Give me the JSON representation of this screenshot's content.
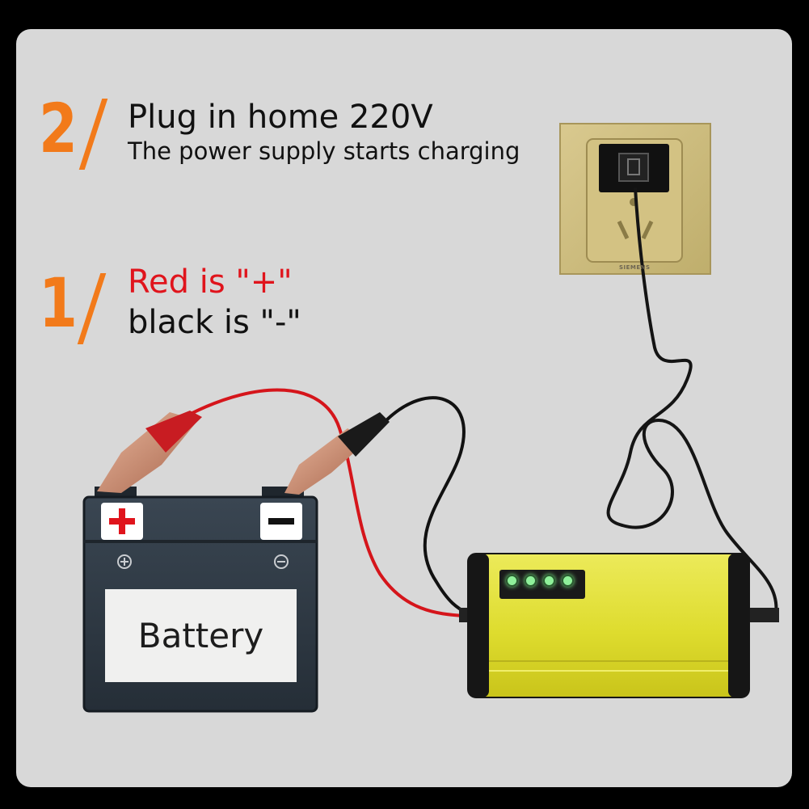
{
  "step2": {
    "number": "2",
    "title": "Plug in home 220V",
    "subtitle": "The power supply starts charging"
  },
  "step1": {
    "number": "1",
    "line1": "Red is \"+\"",
    "line2": "black is \"-\""
  },
  "battery": {
    "label": "Battery",
    "positive_symbol": "+",
    "negative_symbol": "−"
  },
  "socket": {
    "brand": "SIEMENS"
  },
  "charger": {
    "indicator_count": 4
  },
  "colors": {
    "accent_orange": "#f27a1a",
    "positive_red": "#e0141c",
    "charger_yellow": "#e5e23c",
    "battery_body": "#2f3a44",
    "socket_gold": "#cdbb7e"
  },
  "icons": [
    "plus-icon",
    "minus-icon",
    "wall-socket-icon",
    "charger-led-icon",
    "alligator-clip-icon"
  ]
}
